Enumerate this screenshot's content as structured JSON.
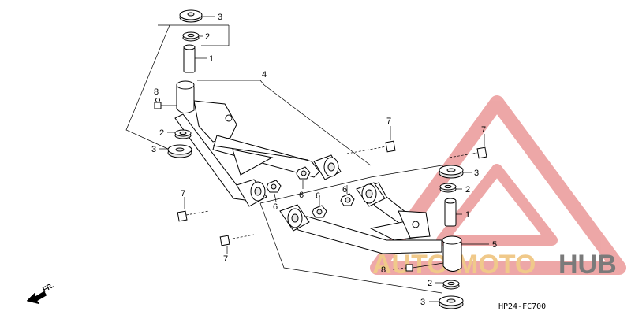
{
  "diagram": {
    "code": "HP24-FC700",
    "direction_label": "FR.",
    "part_numbers": [
      "1",
      "2",
      "3",
      "4",
      "5",
      "6",
      "7",
      "8"
    ]
  },
  "watermark": {
    "part1": "AUTO",
    "part2": "MOTO",
    "part3": "HUB",
    "color_primary": "#e06060",
    "color_secondary": "#7a7a7a",
    "color_accent": "#f0c98a"
  }
}
